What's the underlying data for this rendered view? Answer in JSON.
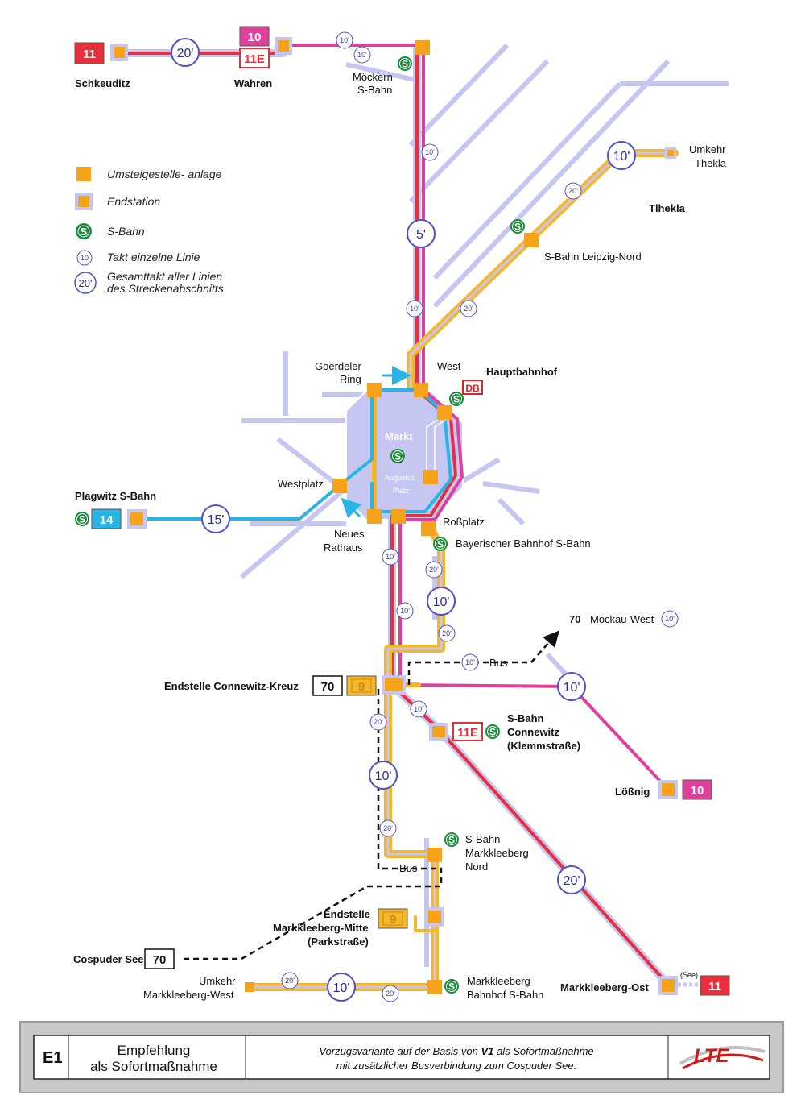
{
  "colors": {
    "line11": "#e8303c",
    "line10": "#e0409c",
    "line14": "#28b4e4",
    "line9": "#f6b62a",
    "network": "#c6c6f2",
    "station": "#f6a21a",
    "sbahn": "#1a8a3a",
    "takt": "#5050c8",
    "db": "#e02020"
  },
  "lines": {
    "l11": "11",
    "l10": "10",
    "l11e": "11E",
    "l14": "14",
    "l9": "9",
    "bus70": "70"
  },
  "legend": {
    "transfer": "Umsteigestelle- anlage",
    "terminus": "Endstation",
    "sbahn": "S-Bahn",
    "sbahn_symbol": "S",
    "takt_single": "Takt einzelne Linie",
    "takt_single_symbol": "10",
    "takt_total_line1": "Gesamttakt aller Linien",
    "takt_total_line2": "des Streckenabschnitts",
    "takt_total_symbol": "20'"
  },
  "stations": {
    "schkeuditz": "Schkeuditz",
    "wahren": "Wahren",
    "moeckern_1": "Möckern",
    "moeckern_2": "S-Bahn",
    "umkehr_thekla_1": "Umkehr",
    "umkehr_thekla_2": "Thekla",
    "thekla": "Tlhekla",
    "leipzig_nord": "S-Bahn Leipzig-Nord",
    "goerdeler_1": "Goerdeler",
    "goerdeler_2": "Ring",
    "west": "West",
    "hauptbahnhof": "Hauptbahnhof",
    "db": "DB",
    "markt": "Markt",
    "augustus_1": "Augustus",
    "augustus_2": "Platz",
    "westplatz": "Westplatz",
    "plagwitz": "Plagwitz S-Bahn",
    "neues_rathaus_1": "Neues",
    "neues_rathaus_2": "Rathaus",
    "rossplatz": "Roßplatz",
    "bayerischer": "Bayerischer Bahnhof S-Bahn",
    "mockau_west": "Mockau-West",
    "bus": "Bus",
    "connewitz_kreuz": "Endstelle Connewitz-Kreuz",
    "sb_connewitz_1": "S-Bahn",
    "sb_connewitz_2": "Connewitz",
    "sb_connewitz_3": "(Klemmstraße)",
    "loessnig": "Lößnig",
    "sb_mk_nord_1": "S-Bahn",
    "sb_mk_nord_2": "Markkleeberg",
    "sb_mk_nord_3": "Nord",
    "mk_mitte_1": "Endstelle",
    "mk_mitte_2": "Markkleeberg-Mitte",
    "mk_mitte_3": "(Parkstraße)",
    "cospuder": "Cospuder See",
    "umkehr_mkw_1": "Umkehr",
    "umkehr_mkw_2": "Markkleeberg-West",
    "mk_bf_1": "Markkleeberg",
    "mk_bf_2": "Bahnhof S-Bahn",
    "mk_ost": "Markkleeberg-Ost",
    "see": "(See)"
  },
  "takt": {
    "t10": "10'",
    "t20": "20'",
    "t5": "5'",
    "t15": "15'"
  },
  "caption": {
    "code": "E1",
    "title_line1": "Empfehlung",
    "title_line2": "als Sofortmaßnahme",
    "desc_line1_pre": "Vorzugsvariante auf der Basis von ",
    "desc_line1_bold": "V1",
    "desc_line1_post": " als Sofortmaßnahme",
    "desc_line2": "mit zusätzlicher Busverbindung zum Cospuder See.",
    "logo": "LTE"
  }
}
